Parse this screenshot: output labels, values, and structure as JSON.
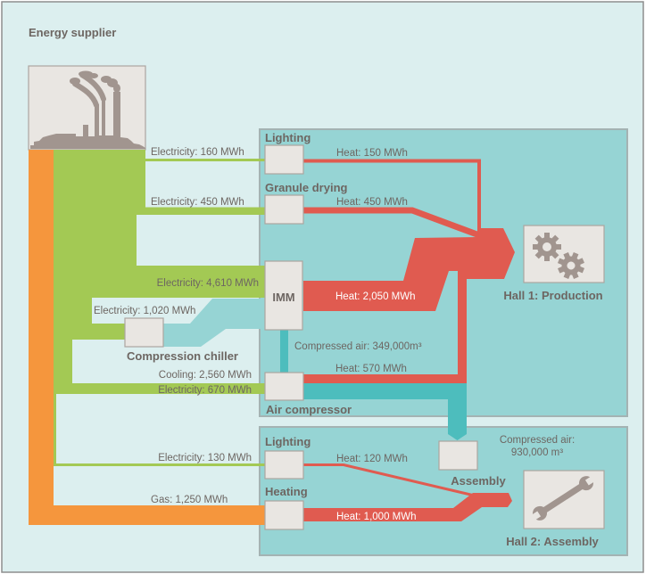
{
  "colors": {
    "background": "#dcefef",
    "electricity": "#a3c954",
    "gas": "#f5963d",
    "heat": "#e05b50",
    "compressed_air": "#4dbdbd",
    "cooling": "#96d4d4",
    "hall_background": "#96d4d4",
    "node_fill": "#e9e6e2",
    "icon": "#a1958f"
  },
  "supplier": {
    "label": "Energy supplier",
    "icon": "factory-icon"
  },
  "flows": {
    "elec_lighting_hall1": "Electricity: 160 MWh",
    "elec_granule_drying": "Electricity: 450 MWh",
    "elec_imm": "Electricity: 4,610 MWh",
    "elec_chiller": "Electricity: 1,020 MWh",
    "cooling": "Cooling: 2,560 MWh",
    "elec_compressor": "Electricity: 670 MWh",
    "elec_lighting_hall2": "Electricity: 130 MWh",
    "gas_heating": "Gas: 1,250 MWh",
    "heat_lighting_hall1": "Heat: 150 MWh",
    "heat_granule_drying": "Heat: 450 MWh",
    "heat_imm": "Heat: 2,050 MWh",
    "compressed_air_imm": "Compressed air: 349,000m³",
    "heat_compressor": "Heat: 570 MWh",
    "heat_lighting_hall2": "Heat: 120 MWh",
    "heat_heating": "Heat: 1,000 MWh",
    "compressed_air_assembly_line1": "Compressed air:",
    "compressed_air_assembly_line2": "930,000 m³"
  },
  "nodes": {
    "chiller": "Compression chiller",
    "lighting_hall1": "Lighting",
    "granule_drying": "Granule drying",
    "imm": "IMM",
    "air_compressor": "Air compressor",
    "lighting_hall2": "Lighting",
    "heating": "Heating",
    "assembly": "Assembly"
  },
  "halls": {
    "hall1": {
      "label": "Hall 1: Production",
      "icon": "gears-icon"
    },
    "hall2": {
      "label": "Hall 2: Assembly",
      "icon": "wrench-icon"
    }
  }
}
